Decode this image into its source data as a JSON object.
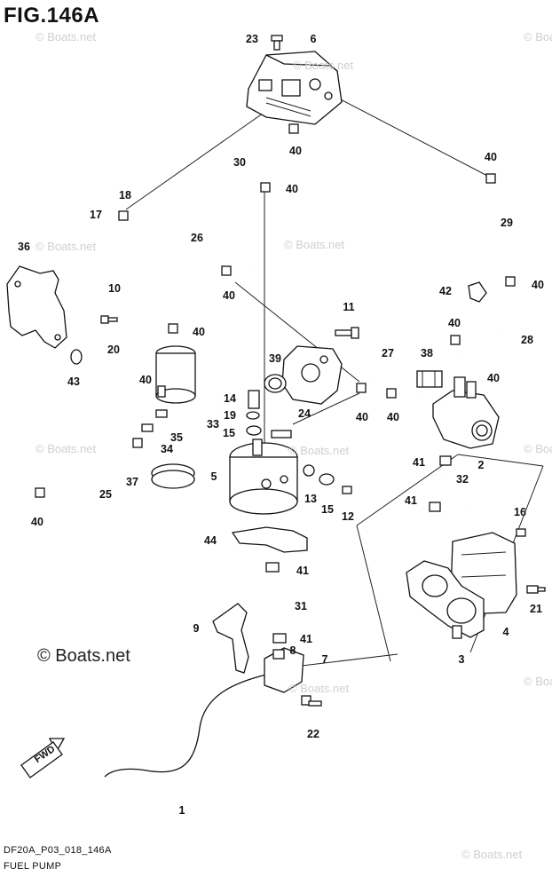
{
  "figure": {
    "title": "FIG.146A",
    "code": "DF20A_P03_018_146A",
    "caption": "FUEL PUMP"
  },
  "watermarks": {
    "small": "© Boats.net",
    "large": "© Boats.net"
  },
  "fwd_label": "FWD",
  "callouts": [
    {
      "id": "c23",
      "text": "23"
    },
    {
      "id": "c6",
      "text": "6"
    },
    {
      "id": "c40a",
      "text": "40"
    },
    {
      "id": "c30",
      "text": "30"
    },
    {
      "id": "c40b",
      "text": "40"
    },
    {
      "id": "c40c",
      "text": "40"
    },
    {
      "id": "c29",
      "text": "29"
    },
    {
      "id": "c18",
      "text": "18"
    },
    {
      "id": "c17",
      "text": "17"
    },
    {
      "id": "c36",
      "text": "36"
    },
    {
      "id": "c10",
      "text": "10"
    },
    {
      "id": "c26",
      "text": "26"
    },
    {
      "id": "c40d",
      "text": "40"
    },
    {
      "id": "c42",
      "text": "42"
    },
    {
      "id": "c40e",
      "text": "40"
    },
    {
      "id": "c11",
      "text": "11"
    },
    {
      "id": "c40f",
      "text": "40"
    },
    {
      "id": "c20",
      "text": "20"
    },
    {
      "id": "c40g",
      "text": "40"
    },
    {
      "id": "c28",
      "text": "28"
    },
    {
      "id": "c43",
      "text": "43"
    },
    {
      "id": "c40h",
      "text": "40"
    },
    {
      "id": "c39",
      "text": "39"
    },
    {
      "id": "c27",
      "text": "27"
    },
    {
      "id": "c38",
      "text": "38"
    },
    {
      "id": "c40i",
      "text": "40"
    },
    {
      "id": "c14",
      "text": "14"
    },
    {
      "id": "c24",
      "text": "24"
    },
    {
      "id": "c40j",
      "text": "40"
    },
    {
      "id": "c40k",
      "text": "40"
    },
    {
      "id": "c19",
      "text": "19"
    },
    {
      "id": "c33",
      "text": "33"
    },
    {
      "id": "c15a",
      "text": "15"
    },
    {
      "id": "c35",
      "text": "35"
    },
    {
      "id": "c34",
      "text": "34"
    },
    {
      "id": "c41a",
      "text": "41"
    },
    {
      "id": "c2",
      "text": "2"
    },
    {
      "id": "c5",
      "text": "5"
    },
    {
      "id": "c37",
      "text": "37"
    },
    {
      "id": "c32",
      "text": "32"
    },
    {
      "id": "c25",
      "text": "25"
    },
    {
      "id": "c13",
      "text": "13"
    },
    {
      "id": "c41b",
      "text": "41"
    },
    {
      "id": "c40l",
      "text": "40"
    },
    {
      "id": "c15b",
      "text": "15"
    },
    {
      "id": "c12",
      "text": "12"
    },
    {
      "id": "c16",
      "text": "16"
    },
    {
      "id": "c44",
      "text": "44"
    },
    {
      "id": "c41c",
      "text": "41"
    },
    {
      "id": "c31",
      "text": "31"
    },
    {
      "id": "c21",
      "text": "21"
    },
    {
      "id": "c9",
      "text": "9"
    },
    {
      "id": "c4",
      "text": "4"
    },
    {
      "id": "c41d",
      "text": "41"
    },
    {
      "id": "c8",
      "text": "8"
    },
    {
      "id": "c7",
      "text": "7"
    },
    {
      "id": "c3",
      "text": "3"
    },
    {
      "id": "c22",
      "text": "22"
    },
    {
      "id": "c1",
      "text": "1"
    }
  ]
}
